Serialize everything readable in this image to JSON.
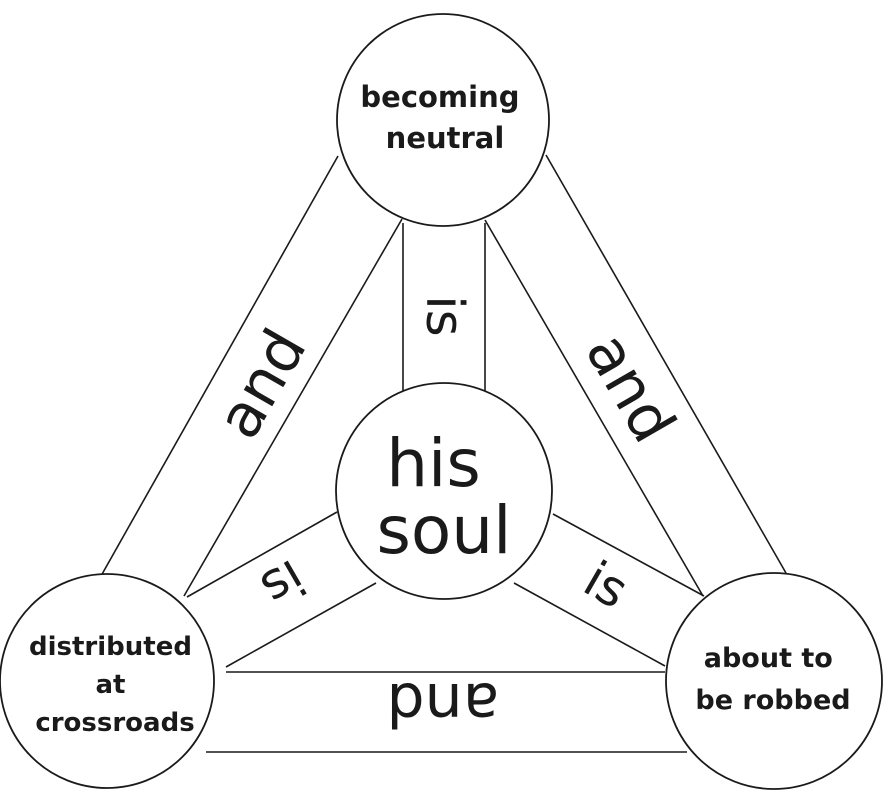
{
  "nodes": {
    "top": {
      "lines": [
        "becoming",
        "neutral"
      ]
    },
    "left": {
      "lines": [
        "distributed",
        "at",
        "crossroads"
      ]
    },
    "right": {
      "lines": [
        "about to",
        "be robbed"
      ]
    },
    "center": {
      "lines": [
        "his",
        "soul"
      ]
    }
  },
  "edges": {
    "top_left": "and",
    "top_right": "and",
    "left_right": "and",
    "center_top": "is",
    "center_left": "is",
    "center_right": "is"
  }
}
